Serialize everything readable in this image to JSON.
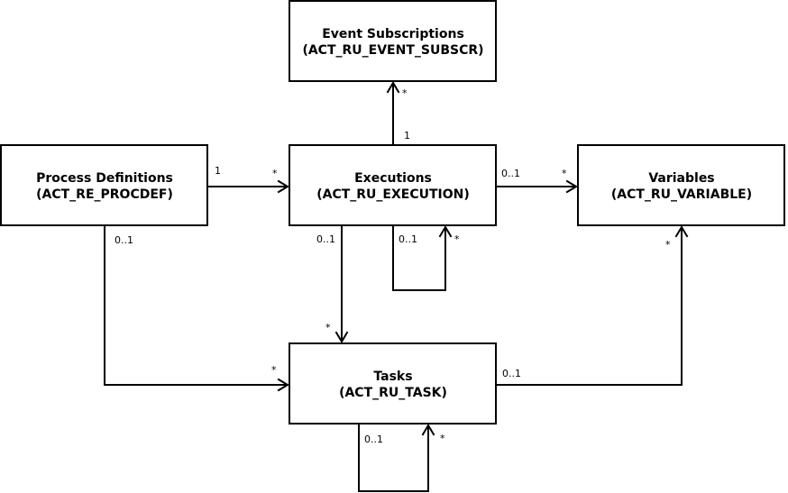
{
  "entities": {
    "event_subscriptions": {
      "name": "Event Subscriptions",
      "table": "(ACT_RU_EVENT_SUBSCR)"
    },
    "process_definitions": {
      "name": "Process Definitions",
      "table": "(ACT_RE_PROCDEF)"
    },
    "executions": {
      "name": "Executions",
      "table": "(ACT_RU_EXECUTION)"
    },
    "variables": {
      "name": "Variables",
      "table": "(ACT_RU_VARIABLE)"
    },
    "tasks": {
      "name": "Tasks",
      "table": "(ACT_RU_TASK)"
    }
  },
  "relationships": {
    "procdef_execution": {
      "from": "1",
      "to": "*"
    },
    "execution_eventsub": {
      "from": "1",
      "to": "*"
    },
    "execution_variable": {
      "from": "0..1",
      "to": "*"
    },
    "execution_self": {
      "from": "0..1",
      "to": "*"
    },
    "execution_task": {
      "from": "0..1",
      "to": "*"
    },
    "procdef_task": {
      "from": "0..1",
      "to": "*"
    },
    "task_variable": {
      "from": "0..1",
      "to": "*"
    },
    "task_self": {
      "from": "0..1",
      "to": "*"
    }
  }
}
